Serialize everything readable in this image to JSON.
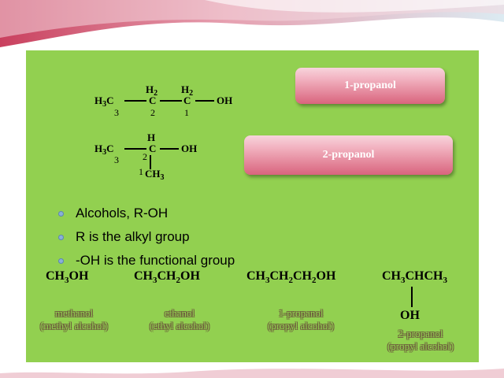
{
  "colors": {
    "panel": "#92d050",
    "pill": "#d9647d",
    "bullet": "#8ab0d8"
  },
  "propanol1": {
    "h2_a": "H2",
    "h2_b": "H2",
    "h3c": "H3C",
    "c_a": "C",
    "c_b": "C",
    "oh": "OH",
    "n3": "3",
    "n2": "2",
    "n1": "1"
  },
  "propanol2": {
    "h": "H",
    "h3c": "H3C",
    "c": "C",
    "oh": "OH",
    "n3": "3",
    "n2": "2",
    "n1": "1",
    "ch3": "CH3"
  },
  "labels": {
    "propanol1": "1-propanol",
    "propanol2": "2-propanol"
  },
  "bullets": [
    "Alcohols, R-OH",
    "R is the alkyl group",
    "-OH is the functional group"
  ],
  "examples": [
    {
      "formula_parts": [
        "CH",
        "3",
        "OH"
      ],
      "name_line1": "methanol",
      "name_line2": "(methyl alcohol)"
    },
    {
      "formula_parts": [
        "CH",
        "3",
        "CH",
        "2",
        "OH"
      ],
      "name_line1": "ethanol",
      "name_line2": "(ethyl alcohol)"
    },
    {
      "formula_parts": [
        "CH",
        "3",
        "CH",
        "2",
        "CH",
        "2",
        "OH"
      ],
      "name_line1": "1-propanol",
      "name_line2": "(propyl alcohol)"
    },
    {
      "formula_parts": [
        "CH",
        "3",
        "CHCH",
        "3"
      ],
      "oh": "OH",
      "name_line1": "2-propanol",
      "name_line2": "(propyl alcohol)"
    }
  ]
}
